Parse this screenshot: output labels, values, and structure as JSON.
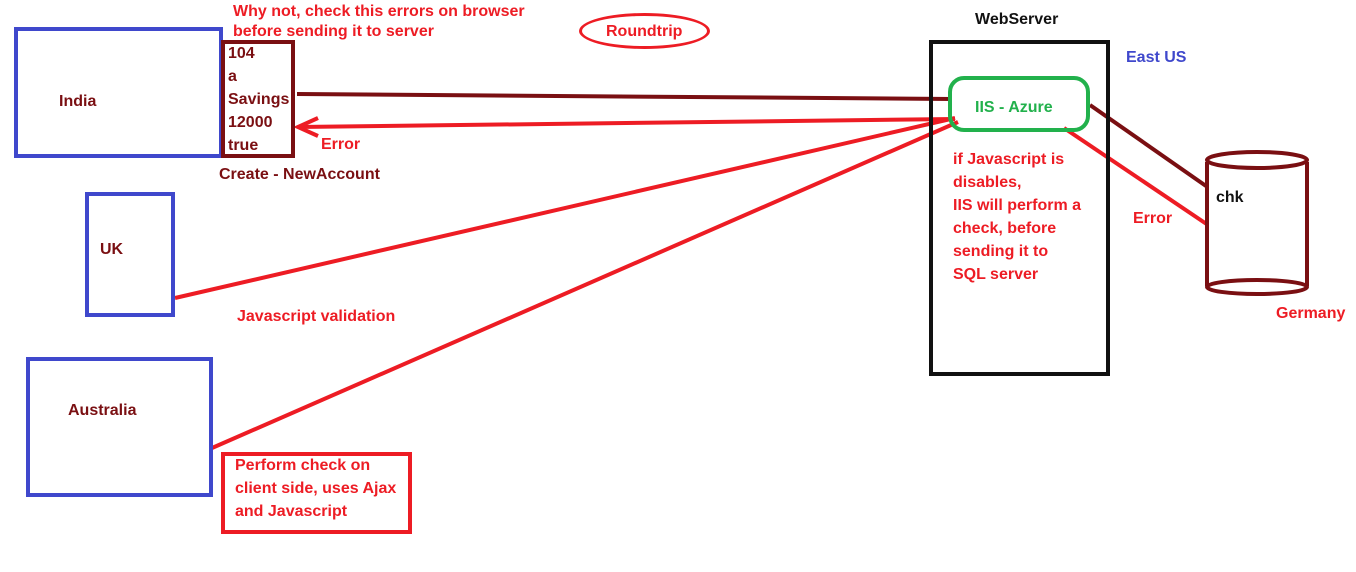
{
  "labels": {
    "top_note": [
      "Why not, check this errors on browser",
      "before sending it to server"
    ],
    "roundtrip": "Roundtrip",
    "webserver": "WebServer",
    "east_us": "East US",
    "india": "India",
    "uk": "UK",
    "australia": "Australia",
    "form_values": [
      "104",
      "a",
      "Savings",
      "12000",
      "true"
    ],
    "error_left": "Error",
    "create_account": "Create - NewAccount",
    "iis_azure": "IIS - Azure",
    "iis_note": [
      "if Javascript is",
      "disables,",
      "IIS will perform a",
      "check, before",
      "sending it to",
      "SQL server"
    ],
    "db_label": "chk",
    "error_right": "Error",
    "germany": "Germany",
    "javascript_validation": "Javascript validation",
    "client_note": [
      "Perform check on",
      "client side, uses Ajax",
      "and Javascript"
    ]
  },
  "colors": {
    "blue": "#3f48cc",
    "red": "#ed1c24",
    "maroon": "#7a0f12",
    "green": "#22b14c",
    "black": "#111111"
  }
}
